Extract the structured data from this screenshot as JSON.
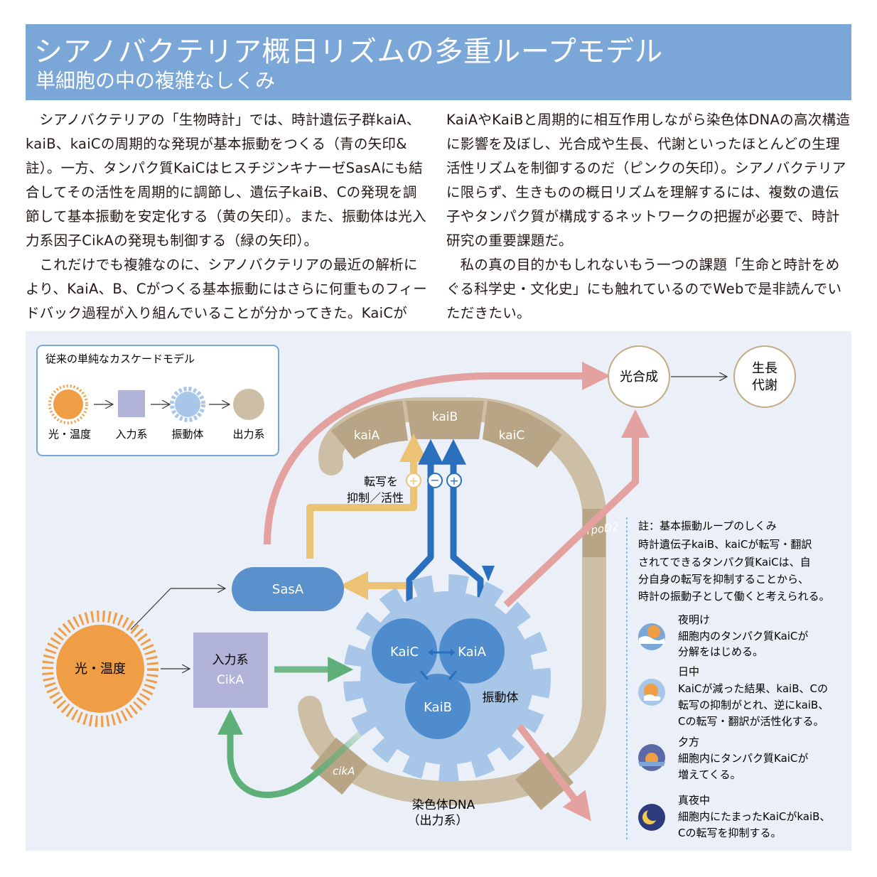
{
  "header": {
    "title": "シアノバクテリア概日リズムの多重ループモデル",
    "subtitle": "単細胞の中の複雑なしくみ"
  },
  "article": {
    "col1": {
      "p1": "シアノバクテリアの「生物時計」では、時計遺伝子群kaiA、kaiB、kaiCの周期的な発現が基本振動をつくる（青の矢印&註）。一方、タンパク質KaiCはヒスチジンキナーゼSasAにも結合してその活性を周期的に調節し、遺伝子kaiB、Cの発現を調節して基本振動を安定化する（黄の矢印）。また、振動体は光入力系因子CikAの発現も制御する（緑の矢印）。",
      "p2": "これだけでも複雑なのに、シアノバクテリアの最近の解析により、KaiA、B、Cがつくる基本振動にはさらに何重ものフィードバック過程が入り組んでいることが分かってきた。KaiCが"
    },
    "col2": {
      "p1": "KaiAやKaiBと周期的に相互作用しながら染色体DNAの高次構造に影響を及ぼし、光合成や生長、代謝といったほとんどの生理活性リズムを制御するのだ（ピンクの矢印）。シアノバクテリアに限らず、生きものの概日リズムを理解するには、複数の遺伝子やタンパク質が構成するネットワークの把握が必要で、時計研究の重要課題だ。",
      "p2": "私の真の目的かもしれないもう一つの課題「生命と時計をめぐる科学史・文化史」にも触れているのでWebで是非読んでいただきたい。"
    }
  },
  "legend": {
    "title": "従来の単純なカスケードモデル",
    "items": [
      "光・温度",
      "入力系",
      "振動体",
      "出力系"
    ]
  },
  "diagram": {
    "light": "光・温度",
    "input_line1": "入力系",
    "input_line2": "CikA",
    "sasa": "SasA",
    "kaic": "KaiC",
    "kaia": "KaiA",
    "kaib": "KaiB",
    "oscillator": "振動体",
    "gene_kaia": "kaiA",
    "gene_kaib": "kaiB",
    "gene_kaic": "kaiC",
    "rpod2": "rpoD2",
    "cika": "cikA",
    "dna_line1": "染色体DNA",
    "dna_line2": "（出力系）",
    "transcription_line1": "転写を",
    "transcription_line2": "抑制／活性",
    "photosynthesis": "光合成",
    "growth_line1": "生長",
    "growth_line2": "代謝"
  },
  "note": {
    "title": "註：基本振動ループのしくみ",
    "lines": [
      "時計遺伝子kaiB、kaiCが転写・翻訳",
      "されてできるタンパク質KaiCは、自",
      "分自身の転写を抑制することから、",
      "時計の振動子として働くと考えられる。"
    ],
    "phases": [
      {
        "name": "夜明け",
        "lines": [
          "細胞内のタンパク質KaiCが",
          "分解をはじめる。"
        ]
      },
      {
        "name": "日中",
        "lines": [
          "KaiCが減った結果、kaiB、Cの",
          "転写の抑制がとれ、逆にkaiB、",
          "Cの転写・翻訳が活性化する。"
        ]
      },
      {
        "name": "夕方",
        "lines": [
          "細胞内にタンパク質KaiCが",
          "増えてくる。"
        ]
      },
      {
        "name": "真夜中",
        "lines": [
          "細胞内にたまったKaiCがkaiB、",
          "Cの転写を抑制する。"
        ]
      }
    ]
  },
  "colors": {
    "header": "#7aa6d8",
    "figure_bg": "#ebf0f8",
    "dna": "#cdbfa6",
    "gene_segment": "#b7a586",
    "blue_arrow": "#2a6fbe",
    "yellow_arrow": "#ecc374",
    "green_arrow": "#5faf79",
    "pink_arrow": "#e3a1a0",
    "sun": "#ef9e45",
    "input_box": "#b1b4d8",
    "gear": "#a8c6e8",
    "kai_circle": "#4f8ccd",
    "sasa": "#5a90cc",
    "output_circle_border": "#c2ab85"
  }
}
